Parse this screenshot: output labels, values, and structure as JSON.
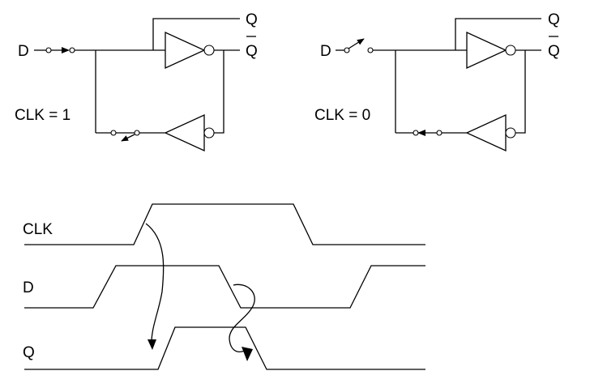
{
  "labels": {
    "left_d": "D",
    "left_q": "Q",
    "left_qbar": "Q",
    "left_clk": "CLK = 1",
    "right_d": "D",
    "right_q": "Q",
    "right_qbar": "Q",
    "right_clk": "CLK = 0",
    "timing_clk": "CLK",
    "timing_d": "D",
    "timing_q": "Q"
  },
  "colors": {
    "stroke": "#000000",
    "background": "#ffffff"
  }
}
